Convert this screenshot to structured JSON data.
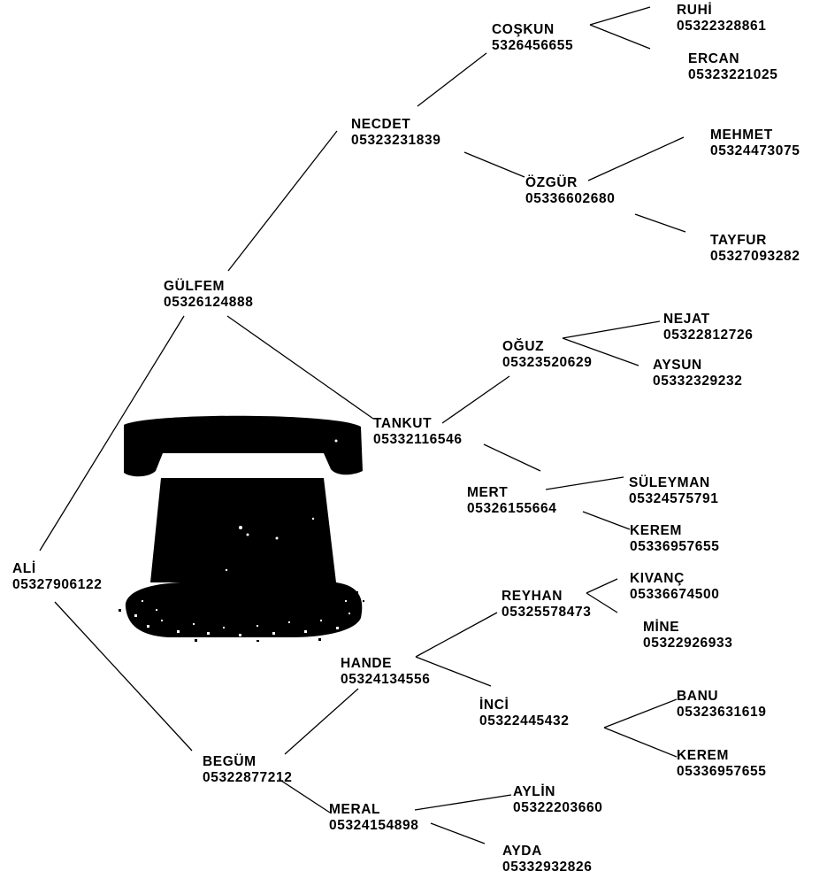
{
  "tree": {
    "ali": {
      "name": "ALİ",
      "phone": "05327906122"
    },
    "gulfem": {
      "name": "GÜLFEM",
      "phone": "05326124888"
    },
    "begum": {
      "name": "BEGÜM",
      "phone": "05322877212"
    },
    "necdet": {
      "name": "NECDET",
      "phone": "05323231839"
    },
    "tankut": {
      "name": "TANKUT",
      "phone": "05332116546"
    },
    "coskun": {
      "name": "COŞKUN",
      "phone": "5326456655"
    },
    "ozgur": {
      "name": "ÖZGÜR",
      "phone": "05336602680"
    },
    "ruhi": {
      "name": "RUHİ",
      "phone": "05322328861"
    },
    "ercan": {
      "name": "ERCAN",
      "phone": "05323221025"
    },
    "mehmet": {
      "name": "MEHMET",
      "phone": "05324473075"
    },
    "tayfur": {
      "name": "TAYFUR",
      "phone": "05327093282"
    },
    "oguz": {
      "name": "OĞUZ",
      "phone": "05323520629"
    },
    "mert": {
      "name": "MERT",
      "phone": "05326155664"
    },
    "nejat": {
      "name": "NEJAT",
      "phone": "05322812726"
    },
    "aysun": {
      "name": "AYSUN",
      "phone": "05332329232"
    },
    "suleyman": {
      "name": "SÜLEYMAN",
      "phone": "05324575791"
    },
    "kerem1": {
      "name": "KEREM",
      "phone": "05336957655"
    },
    "hande": {
      "name": "HANDE",
      "phone": "05324134556"
    },
    "meral": {
      "name": "MERAL",
      "phone": "05324154898"
    },
    "reyhan": {
      "name": "REYHAN",
      "phone": "05325578473"
    },
    "inci": {
      "name": "İNCİ",
      "phone": "05322445432"
    },
    "kivanc": {
      "name": "KIVANÇ",
      "phone": "05336674500"
    },
    "mine": {
      "name": "MİNE",
      "phone": "05322926933"
    },
    "banu": {
      "name": "BANU",
      "phone": "05323631619"
    },
    "kerem2": {
      "name": "KEREM",
      "phone": "05336957655"
    },
    "aylin": {
      "name": "AYLİN",
      "phone": "05322203660"
    },
    "ayda": {
      "name": "AYDA",
      "phone": "05332932826"
    }
  },
  "icons": {
    "illustration": "rotary-telephone-icon"
  },
  "colors": {
    "ink": "#000000",
    "background": "#ffffff"
  }
}
